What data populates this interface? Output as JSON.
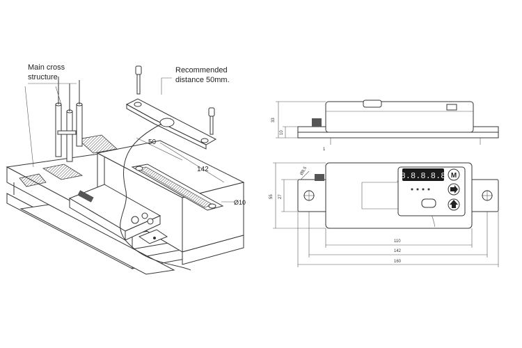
{
  "labels": {
    "main_cross_line1": "Main cross",
    "main_cross_line2": "structure",
    "recommended_line1": "Recommended",
    "recommended_line2": "distance 50mm.",
    "dim_50": "50",
    "dim_142_iso": "142",
    "dim_dia10": "Ø10"
  },
  "drawing": {
    "dim_33": "33",
    "dim_10_side": "10",
    "dim_1": "1",
    "dim_55": "55",
    "dim_27": "27",
    "dim_d8_5": "Ø8,5",
    "dim_110": "110",
    "dim_142": "142",
    "dim_160": "160",
    "display_digits": "8.8.8.8.8",
    "button_m": "M"
  },
  "colors": {
    "ink": "#333333",
    "screen": "#1a1a1a",
    "background": "#ffffff"
  }
}
